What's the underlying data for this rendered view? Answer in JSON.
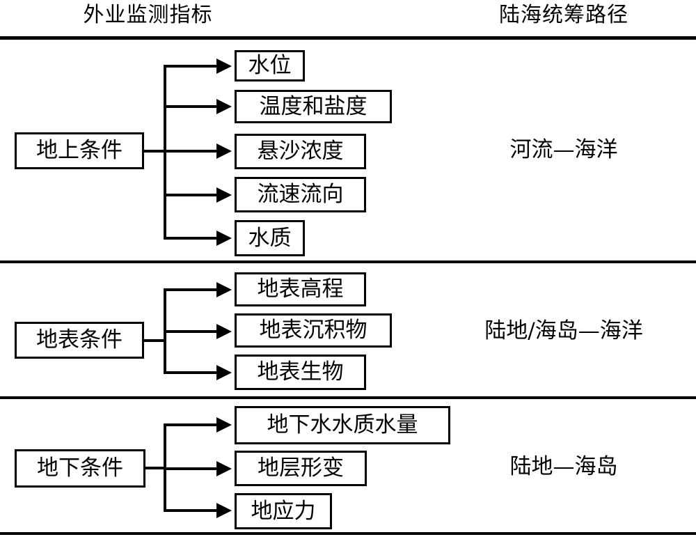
{
  "headers": {
    "left": "外业监测指标",
    "right": "陆海统筹路径"
  },
  "sections": [
    {
      "id": "above-ground",
      "source": "地上条件",
      "path": "河流—海洋",
      "indicators": [
        "水位",
        "温度和盐度",
        "悬沙浓度",
        "流速流向",
        "水质"
      ]
    },
    {
      "id": "surface",
      "source": "地表条件",
      "path": "陆地/海岛—海洋",
      "indicators": [
        "地表高程",
        "地表沉积物",
        "地表生物"
      ]
    },
    {
      "id": "underground",
      "source": "地下条件",
      "path": "陆地—海岛",
      "indicators": [
        "地下水水质水量",
        "地层形变",
        "地应力"
      ]
    }
  ],
  "colors": {
    "line": "#000000",
    "background": "#ffffff",
    "text": "#000000"
  }
}
